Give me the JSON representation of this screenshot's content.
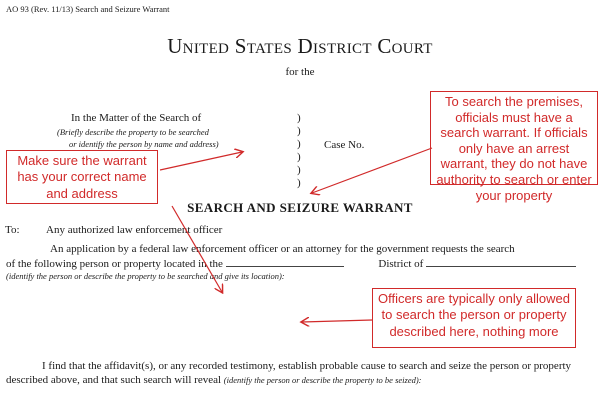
{
  "header": {
    "form_id": "AO 93  (Rev. 11/13) Search and Seizure Warrant",
    "court": "United States District Court",
    "for_the": "for the"
  },
  "caption": {
    "matter": "In the Matter of the Search of",
    "brief_line1": "(Briefly describe the property to be searched",
    "brief_line2": "or identify the person by name and address)",
    "case_no": "Case No.",
    "paren": ")"
  },
  "warrant": {
    "title": "SEARCH AND SEIZURE WARRANT",
    "to_label": "To:",
    "to_text": "Any authorized law enforcement officer",
    "application_line1": "An application by a federal law enforcement officer or an attorney for the government requests the search",
    "application_line2a": "of the following person or property located in the",
    "application_line2b": "District of",
    "identify_line": "(identify the person or describe the property to be searched and give its location):",
    "affidavit_line1": "I find that the affidavit(s), or any recorded testimony, establish probable cause to search and seize the person or property",
    "affidavit_line2a": "described above, and that such search will reveal",
    "affidavit_line2b": "(identify the person or describe the property to be seized):"
  },
  "annotations": {
    "name_address": "Make sure the warrant has your correct name and address",
    "search_warrant": "To search the premises, officials must have a search warrant. If officials only have an arrest warrant, they do not have authority to search or enter your property",
    "described_only": "Officers are typically only allowed to search the person or property described here, nothing more"
  },
  "colors": {
    "annotation": "#d12a2a",
    "text": "#1a1a1a"
  }
}
